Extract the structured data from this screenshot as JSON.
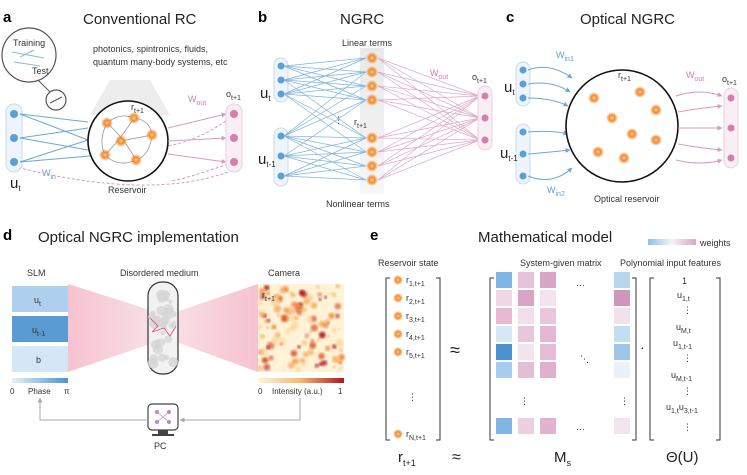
{
  "panels": {
    "a": {
      "letter": "a",
      "title": "Conventional RC",
      "inset_training": "Training",
      "inset_test": "Test",
      "systems_line1": "photonics, spintronics, fluids,",
      "systems_line2": "quantum many-body systems, etc",
      "state": "r",
      "state_sub": "t+1",
      "w_out": "W",
      "w_out_sub": "out",
      "w_in": "W",
      "w_in_sub": "in",
      "output": "o",
      "output_sub": "t+1",
      "input": "u",
      "input_sub": "t",
      "reservoir": "Reservoir"
    },
    "b": {
      "letter": "b",
      "title": "NGRC",
      "linear_terms": "Linear terms",
      "nonlinear_terms": "Nonlinear terms",
      "w_out": "W",
      "w_out_sub": "out",
      "output": "o",
      "output_sub": "t+1",
      "input1": "u",
      "input1_sub": "t",
      "input2": "u",
      "input2_sub": "t-1",
      "state": "r",
      "state_sub": "t+1",
      "dots": "⋮"
    },
    "c": {
      "letter": "c",
      "title": "Optical NGRC",
      "w_in1": "W",
      "w_in1_sub": "in1",
      "w_in2": "W",
      "w_in2_sub": "in2",
      "w_out": "W",
      "w_out_sub": "out",
      "state": "r",
      "state_sub": "t+1",
      "output": "o",
      "output_sub": "t+1",
      "input1": "u",
      "input1_sub": "t",
      "input2": "u",
      "input2_sub": "t-1",
      "reservoir": "Optical reservoir"
    },
    "d": {
      "letter": "d",
      "title": "Optical NGRC implementation",
      "slm": "SLM",
      "medium": "Disordered medium",
      "camera": "Camera",
      "slm_u": "u",
      "slm_u_sub": "t",
      "slm_u1": "u",
      "slm_u1_sub": "t-1",
      "slm_b": "b",
      "camera_state": "r",
      "camera_state_sub": "t+1",
      "phase_min": "0",
      "phase_label": "Phase",
      "phase_max": "π",
      "intensity_min": "0",
      "intensity_label": "Intensity (a.u.)",
      "intensity_max": "1",
      "pc": "PC"
    },
    "e": {
      "letter": "e",
      "title": "Mathematical model",
      "weights": "weights",
      "reservoir_state": "Reservoir state",
      "matrix_label": "System-given matrix",
      "features_label": "Polynomial input features",
      "states": [
        {
          "base": "r",
          "sub": "1,t+1"
        },
        {
          "base": "r",
          "sub": "2,t+1"
        },
        {
          "base": "r",
          "sub": "3,t+1"
        },
        {
          "base": "r",
          "sub": "4,t+1"
        },
        {
          "base": "r",
          "sub": "5,t+1"
        },
        {
          "base": "r",
          "sub": "N,t+1"
        }
      ],
      "features": [
        {
          "base": "1",
          "sub": ""
        },
        {
          "base": "u",
          "sub": "1,t"
        },
        {
          "base": "u",
          "sub": "M,t"
        },
        {
          "base": "u",
          "sub": "1,t-1"
        },
        {
          "base": "u",
          "sub": "M,t-1"
        },
        {
          "base": "u",
          "sub": "1,t"
        },
        {
          "base": "u",
          "sub": "3,t-1"
        }
      ],
      "approx": "≈",
      "dot": "·",
      "vdots": "⋮",
      "hdots": "···",
      "ddots": "⋱",
      "bottom_r": "r",
      "bottom_r_sub": "t+1",
      "bottom_approx": "≈",
      "bottom_m": "M",
      "bottom_m_sub": "s",
      "bottom_theta": "Θ(U)"
    }
  },
  "colors": {
    "blue": "#5aa0d6",
    "pink": "#d27fae",
    "orange": "#f07a1c",
    "dark_red": "#b3161b"
  }
}
